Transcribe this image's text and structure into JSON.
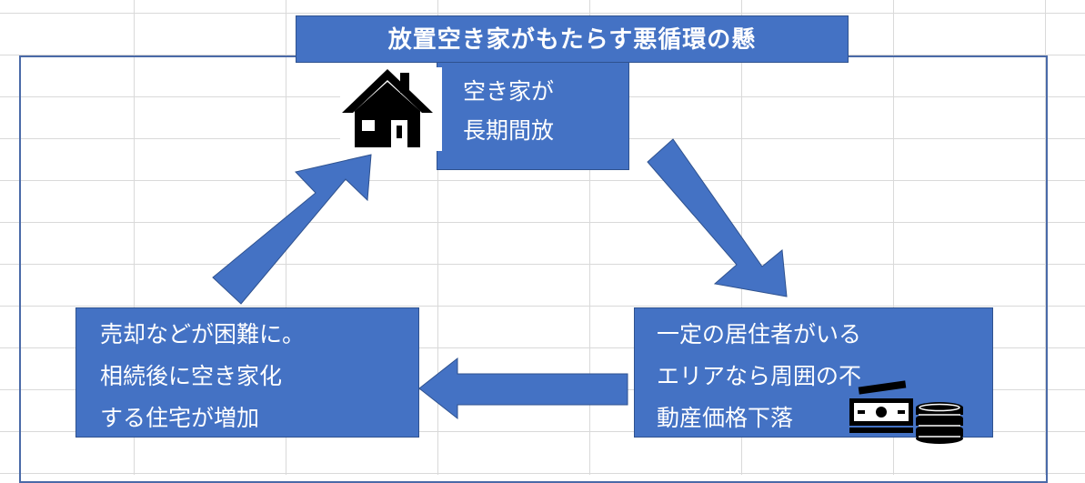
{
  "title": "放置空き家がもたらす悪循環の懸",
  "nodes": {
    "top": {
      "lines": [
        "空き家が",
        "長期間放"
      ]
    },
    "right": {
      "lines": [
        "一定の居住者がいる",
        "エリアなら周囲の不",
        "動産価格下落"
      ]
    },
    "left": {
      "lines": [
        "売却などが困難に。",
        "相続後に空き家化",
        "する住宅が増加"
      ]
    }
  },
  "icons": {
    "house": "house-icon",
    "money": "money-icon"
  },
  "colors": {
    "box_fill": "#4472c4",
    "box_border": "#2f528f",
    "frame": "#4a6aa8",
    "icon": "#000000"
  }
}
